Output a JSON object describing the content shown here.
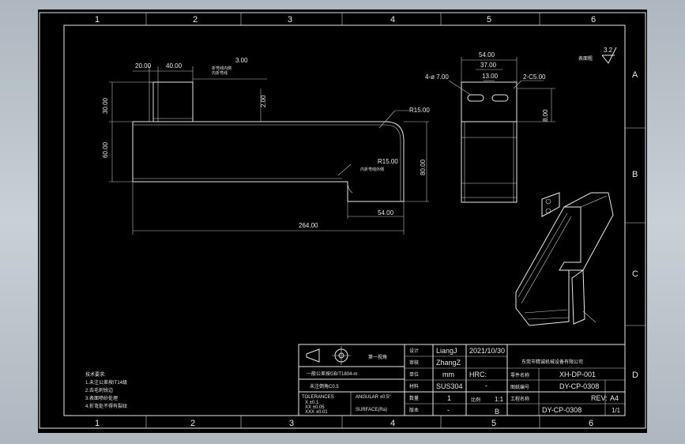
{
  "frame": {
    "cols": [
      "1",
      "2",
      "3",
      "4",
      "5",
      "6"
    ],
    "rows": [
      "A",
      "B",
      "C",
      "D"
    ]
  },
  "roughness": {
    "symbol_text": "表面粗",
    "value": "3.2"
  },
  "front_view": {
    "dims": {
      "d20": "20.00",
      "d40": "40.00",
      "d3": "3.00",
      "d30": "30.00",
      "d60": "60.00",
      "d2": "2.00",
      "r15a": "R15.00",
      "r15b": "R15.00",
      "d80": "80.00",
      "d54": "54.00",
      "d264": "264.00"
    },
    "notes": [
      "折弯线内侧",
      "内折弯线",
      "内折弯线外侧"
    ]
  },
  "side_view": {
    "dims": {
      "w54": "54.00",
      "w37": "37.00",
      "w13": "13.00",
      "holes": "4-ø 7.00",
      "chamfer": "2-C5.00",
      "h8": "8.00"
    }
  },
  "title_block": {
    "angle_label": "第一视角",
    "tol_line1": "一般公差按GB/T1804-m",
    "tol_line2": "未注倒角C0.5",
    "tolerances_title": "TOLERANCES",
    "tol_x": "X   ±0.1",
    "tol_xx": "XX  ±0.05",
    "tol_xxx": "XXX ±0.01",
    "angular": "ANGULAR ±0.5°",
    "surface": "SURFACE(Ra)",
    "row_labels": [
      "设计",
      "审核",
      "单位",
      "材料",
      "数量",
      "版本"
    ],
    "designer": "LiangJ",
    "checker": "ZhangZ",
    "unit": "mm",
    "material": "SUS304",
    "qty": "1",
    "version_dash": "-",
    "date": "2021/10/30",
    "hrc_label": "HRC:",
    "hrc_value": "-",
    "scale_label": "比例",
    "scale": "1:1",
    "sheet_col": "B",
    "company": "东莞市精诚机械设备有限公司",
    "part_label": "零件名称",
    "part_no": "XH-DP-001",
    "drawing_label": "图纸编号",
    "drawing_no": "DY-CP-0308",
    "project_label": "工程名称",
    "drawing_no2": "DY-CP-0308",
    "rev_label": "REV:",
    "size": "A4",
    "sheet_frac": "1/1"
  },
  "notes_block": {
    "title": "技术要求:",
    "lines": [
      "1.未注公差按IT14级",
      "2.去毛刺锐边",
      "3.表面喷砂处理",
      "4.折弯处不得有裂纹"
    ]
  }
}
